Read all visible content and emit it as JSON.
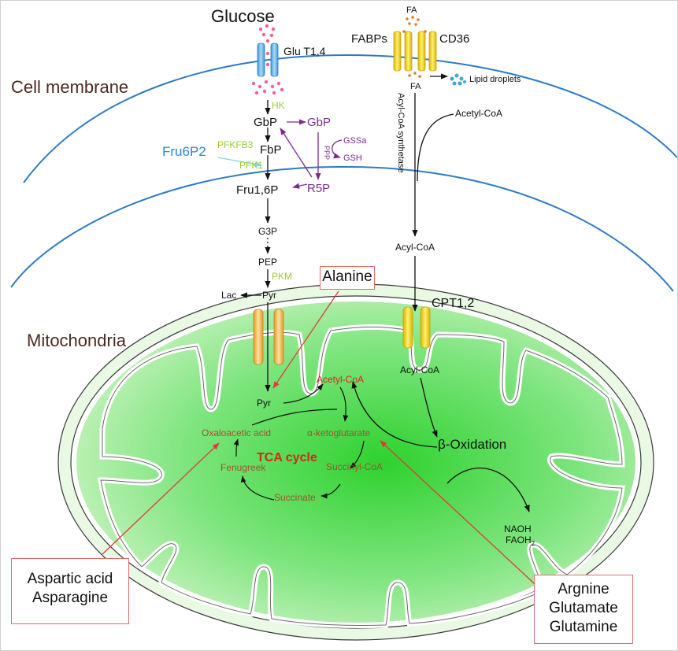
{
  "labels": {
    "glucose": "Glucose",
    "glut": "Glu T1,4",
    "fa_top": "FA",
    "fabps": "FABPs",
    "cd36": "CD36",
    "fa_mid": "FA",
    "lipid_droplets": "Lipid droplets",
    "cell_membrane": "Cell membrane",
    "hk": "HK",
    "gbp": "GbP",
    "gbp_ppp": "GbP",
    "ppp": "PPP",
    "gssa": "GSSa",
    "gsh": "GSH",
    "pfkfb3": "PFKFB3",
    "fru6p2": "Fru6P2",
    "fbp": "FbP",
    "pfk1": "PFK1",
    "fru16p": "Fru1,6P",
    "r5p": "R5P",
    "acyl_coa_synthetase": "Acyl-CoA synthetase",
    "acetyl_coa_cyto": "Acetyl-CoA",
    "acyl_coa_cyto": "Acyl-CoA",
    "g3p": "G3P",
    "pep": "PEP",
    "pkm": "PKM",
    "lac": "Lac",
    "pyr_cyto": "Pyr",
    "alanine": "Alanine",
    "cpt": "CPT1,2",
    "mitochondria": "Mitochondria",
    "acyl_coa_mito": "Acyl-CoA",
    "pyr_mito": "Pyr",
    "acetyl_coa_mito": "Acetyl-CoA",
    "oxaloacetic": "Oxaloacetic acid",
    "akg": "α-ketoglutarate",
    "beta_ox": "β-Oxidation",
    "tca": "TCA cycle",
    "fenugreek": "Fenugreek",
    "succinyl": "Succinyl-CoA",
    "succinate": "Succinate",
    "naoh": "NAOH",
    "faoh": "FAOH",
    "faoh_sub": "2",
    "aspartic": "Aspartic acid",
    "asparagine": "Asparagine",
    "argnine": "Argnine",
    "glutamate": "Glutamate",
    "glutamine": "Glutamine"
  },
  "colors": {
    "membrane": "#2f7ac8",
    "enzyme": "#9acd32",
    "ppp": "#7b2d8e",
    "fru6p2": "#2f86d6",
    "pfk1_arrow": "#7fd6e8",
    "mito_outer": "#8fe08f",
    "mito_inner": "#4fd34f",
    "tca_text": "#a0522d",
    "tca_title": "#cc2a16",
    "acetyl": "#e02020",
    "red_arrow": "#e03a3a",
    "box_border": "#e56a6a",
    "transporter_yellow": "#f2d21b",
    "transporter_orange": "#f0b44a",
    "glut_blue": "#67b8ea",
    "lipid": "#3aa8e0",
    "glucose_dots": "#f06292"
  }
}
